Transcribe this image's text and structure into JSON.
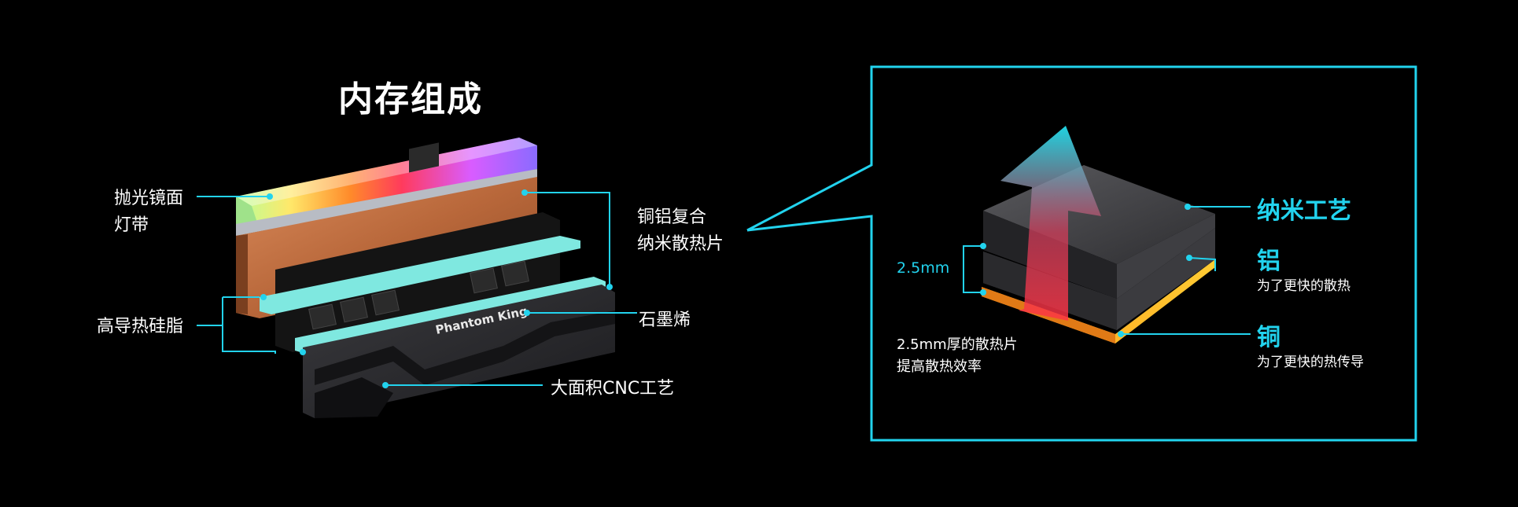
{
  "title": "内存组成",
  "left_labels": {
    "mirror_lightbar_line1": "抛光镜面",
    "mirror_lightbar_line2": "灯带",
    "thermal_grease": "高导热硅脂",
    "cu_al_composite_line1": "铜铝复合",
    "cu_al_composite_line2": "纳米散热片",
    "graphene": "石墨烯",
    "cnc_process": "大面积CNC工艺",
    "brand_on_heatsink": "Phantom King"
  },
  "detail_panel": {
    "thickness_measure": "2.5mm",
    "caption_line1": "2.5mm厚的散热片",
    "caption_line2": "提高散热效率",
    "nano_process": "纳米工艺",
    "aluminum": "铝",
    "aluminum_note": "为了更快的散热",
    "copper": "铜",
    "copper_note": "为了更快的热传导"
  },
  "colors": {
    "accent": "#22d3ee",
    "background": "#000000",
    "copper_layer": "#c46e3a",
    "heatsink": "#2a2a2c"
  },
  "icons": [
    "heat-arrow-icon"
  ]
}
